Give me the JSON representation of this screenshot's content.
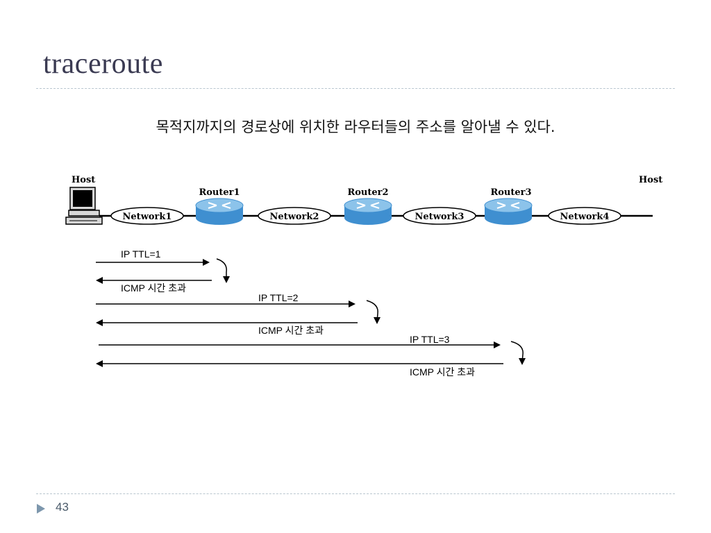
{
  "slide": {
    "title": "traceroute",
    "subtitle": "목적지까지의 경로상에 위치한 라우터들의 주소를 알아낼 수 있다.",
    "page_number": "43"
  },
  "diagram": {
    "host_left_label": "Host",
    "host_right_label": "Host",
    "routers": [
      "Router1",
      "Router2",
      "Router3"
    ],
    "networks": [
      "Network1",
      "Network2",
      "Network3",
      "Network4"
    ],
    "messages": [
      {
        "probe": "IP TTL=1",
        "reply": "ICMP 시간 초과"
      },
      {
        "probe": "IP TTL=2",
        "reply": "ICMP 시간 초과"
      },
      {
        "probe": "IP TTL=3",
        "reply": "ICMP 시간 초과"
      }
    ],
    "colors": {
      "router_fill": "#3f8fd0",
      "router_top": "#8cc3ea",
      "line": "#000000"
    }
  }
}
